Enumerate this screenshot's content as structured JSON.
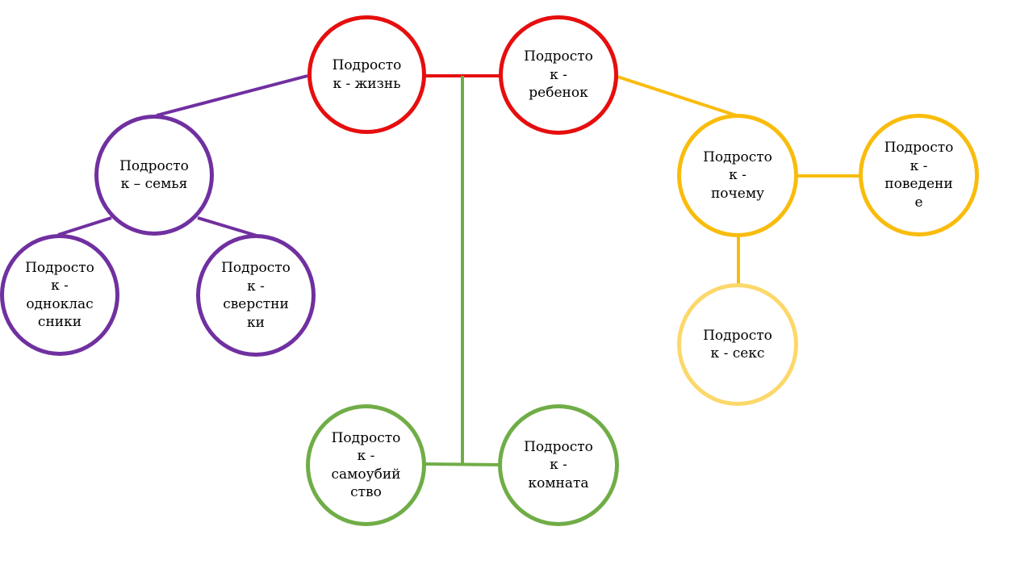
{
  "colors": {
    "purple": "#7030a0",
    "red": "#e60e0e",
    "gold": "#f9bc0c",
    "pale_gold": "#fcd86b",
    "green": "#70ad47"
  },
  "nodes": {
    "life": "Подросто\nк - жизнь",
    "child": "Подросто\nк -\nребенок",
    "family": "Подросто\nк – семья",
    "classmates": "Подросто\nк -\nоднοклас\nсники",
    "peers": "Подросто\nк -\nсверстни\nки",
    "why": "Подросто\nк -\nпочему",
    "behavior": "Подросто\nк -\nповедени\nе",
    "sex": "Подросто\nк - секс",
    "suicide": "Подросто\nк -\nсамоубий\nство",
    "room": "Подросто\nк -\nкомната"
  },
  "edges": [
    {
      "from": "life",
      "to": "family",
      "color": "purple"
    },
    {
      "from": "family",
      "to": "classmates",
      "color": "purple"
    },
    {
      "from": "family",
      "to": "peers",
      "color": "purple"
    },
    {
      "from": "life",
      "to": "child",
      "color": "red"
    },
    {
      "from": "life",
      "to": "suicide",
      "color": "green"
    },
    {
      "from": "life",
      "to": "room",
      "color": "green"
    },
    {
      "from": "child",
      "to": "why",
      "color": "gold"
    },
    {
      "from": "why",
      "to": "behavior",
      "color": "gold"
    },
    {
      "from": "why",
      "to": "sex",
      "color": "gold"
    }
  ]
}
